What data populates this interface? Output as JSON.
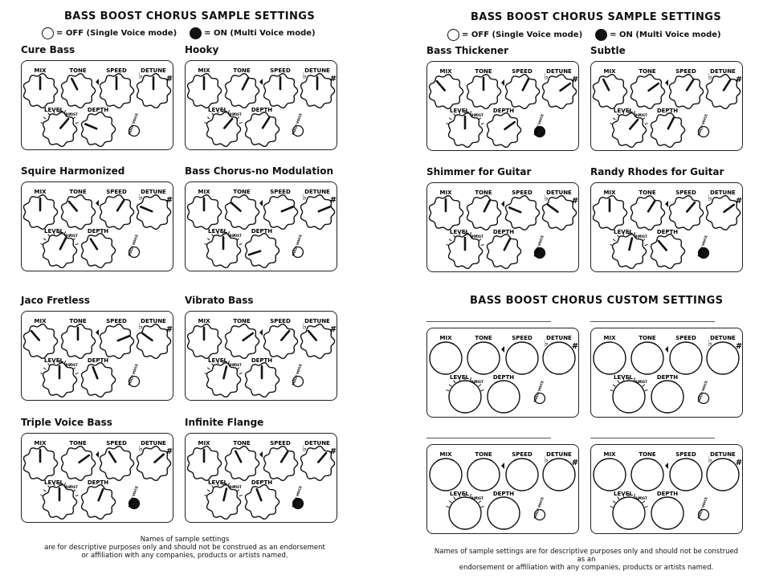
{
  "left": {
    "title": "BASS BOOST CHORUS SAMPLE SETTINGS",
    "legend_off": "= OFF (Single Voice mode)",
    "legend_on": "= ON (Multi Voice mode)",
    "footnote": [
      "Names of sample settings",
      "are for descriptive purposes only and should not be construed as an endorsement",
      "or affiliation with any companies, products or artists named."
    ]
  },
  "right": {
    "title": "BASS BOOST CHORUS SAMPLE SETTINGS",
    "legend_off": "= OFF (Single Voice mode)",
    "legend_on": "= ON (Multi Voice mode)",
    "custom_title": "BASS BOOST CHORUS CUSTOM SETTINGS",
    "footnote": [
      "Names of sample settings are for descriptive purposes only and should not be construed as an",
      "endorsement or affiliation with any companies, products or artists named."
    ]
  },
  "labels": {
    "mix": "MIX",
    "tone": "TONE",
    "speed": "SPEED",
    "detune": "DETUNE",
    "level": "LEVEL",
    "depth": "DEPTH",
    "boost": "BOOST",
    "multi_voice": "MULTI VOICE",
    "flat": "♭",
    "sharp": "#"
  },
  "presets": [
    {
      "name": "Cure Bass",
      "mix": 0.5,
      "tone": 0.4,
      "speed": 0.5,
      "detune": 0.5,
      "level": 0.65,
      "depth": 0.25,
      "multi_voice": false
    },
    {
      "name": "Hooky",
      "mix": 0.5,
      "tone": 0.6,
      "speed": 0.5,
      "detune": 0.5,
      "level": 0.65,
      "depth": 0.62,
      "multi_voice": false
    },
    {
      "name": "Squire Harmonized",
      "mix": 0.5,
      "tone": 0.35,
      "speed": 0.62,
      "detune": 0.25,
      "level": 0.6,
      "depth": 0.38,
      "multi_voice": false
    },
    {
      "name": "Bass Chorus-no Modulation",
      "mix": 0.5,
      "tone": 0.32,
      "speed": 0.75,
      "detune": 0.75,
      "level": 0.5,
      "depth": 0.1,
      "multi_voice": false
    },
    {
      "name": "Jaco Fretless",
      "mix": 0.35,
      "tone": 0.5,
      "speed": 0.75,
      "detune": 0.3,
      "level": 0.5,
      "depth": 0.42,
      "multi_voice": false
    },
    {
      "name": "Vibrato Bass",
      "mix": 0.5,
      "tone": 0.7,
      "speed": 0.65,
      "detune": 0.35,
      "level": 0.55,
      "depth": 0.5,
      "multi_voice": false
    },
    {
      "name": "Triple Voice Bass",
      "mix": 0.5,
      "tone": 0.7,
      "speed": 0.38,
      "detune": 0.68,
      "level": 0.5,
      "depth": 0.58,
      "multi_voice": true
    },
    {
      "name": "Infinite Flange",
      "mix": 0.5,
      "tone": 0.4,
      "speed": 0.62,
      "detune": 0.65,
      "level": 0.55,
      "depth": 0.42,
      "multi_voice": true
    },
    {
      "name": "Bass Thickener",
      "mix": 0.35,
      "tone": 0.5,
      "speed": 0.6,
      "detune": 0.7,
      "level": 0.5,
      "depth": 0.7,
      "multi_voice": true
    },
    {
      "name": "Subtle",
      "mix": 0.4,
      "tone": 0.7,
      "speed": 0.62,
      "detune": 0.62,
      "level": 0.65,
      "depth": 0.6,
      "multi_voice": false
    },
    {
      "name": "Shimmer for Guitar",
      "mix": 0.5,
      "tone": 0.6,
      "speed": 0.25,
      "detune": 0.3,
      "level": 0.5,
      "depth": 0.6,
      "multi_voice": true
    },
    {
      "name": "Randy Rhodes for Guitar",
      "mix": 0.5,
      "tone": 0.62,
      "speed": 0.65,
      "detune": 0.7,
      "level": 0.55,
      "depth": 0.35,
      "multi_voice": true
    }
  ]
}
